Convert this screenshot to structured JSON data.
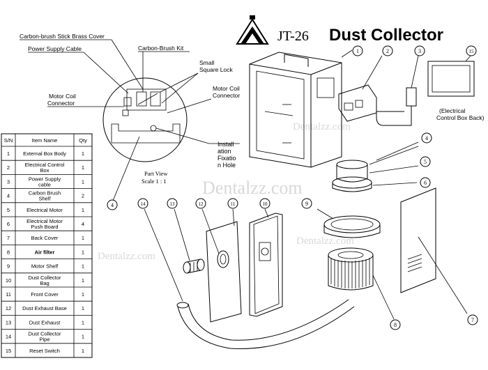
{
  "title": {
    "model": "JT-26",
    "product": "Dust Collector"
  },
  "table": {
    "headers": [
      "S/N",
      "Item Name",
      "Qty"
    ],
    "rows": [
      {
        "sn": "1",
        "name": "External Box Body",
        "qty": "1"
      },
      {
        "sn": "2",
        "name": "Electrical Control Box",
        "qty": "1"
      },
      {
        "sn": "3",
        "name": "Power Supply cable",
        "qty": "1"
      },
      {
        "sn": "4",
        "name": "Carbon Brush Shelf",
        "qty": "2"
      },
      {
        "sn": "5",
        "name": "Electrical Motor",
        "qty": "1"
      },
      {
        "sn": "6",
        "name": "Electrical Motor Push Board",
        "qty": "4"
      },
      {
        "sn": "7",
        "name": "Back Cover",
        "qty": "1"
      },
      {
        "sn": "8",
        "name": "Air filter",
        "qty": "1"
      },
      {
        "sn": "9",
        "name": "Motor Shelf",
        "qty": "1"
      },
      {
        "sn": "10",
        "name": "Dust Collector Bag",
        "qty": "1"
      },
      {
        "sn": "11",
        "name": "Front Cover",
        "qty": "1"
      },
      {
        "sn": "12",
        "name": "Dust Exhaust Base",
        "qty": "1"
      },
      {
        "sn": "13",
        "name": "Dust Exhaust",
        "qty": "1"
      },
      {
        "sn": "14",
        "name": "Dust Collector Pipe",
        "qty": "1"
      },
      {
        "sn": "15",
        "name": "Reset Switch",
        "qty": "1"
      }
    ]
  },
  "labels": {
    "carbon_brush_cover": "Carbon-brush Stick Brass Cover",
    "power_cable": "Power Supply Cable",
    "carbon_brush_kit": "Carbon-Brush Kit",
    "small_lock_1": "Small",
    "small_lock_2": "Square Lock",
    "motor_coil_left_1": "Motor Coil",
    "motor_coil_left_2": "Connector",
    "motor_coil_right_1": "Motor Coil",
    "motor_coil_right_2": "Connector",
    "install_1": "Install",
    "install_2": "ation",
    "install_3": "Fixatio",
    "install_4": "n Hole",
    "part_view_1": "Part View",
    "part_view_2": "Scale 1 : 1",
    "ecb_back_1": "(Electrical",
    "ecb_back_2": "Control Box Back)"
  },
  "callouts": [
    "1",
    "2",
    "3",
    "4",
    "5",
    "6",
    "7",
    "8",
    "9",
    "10",
    "11",
    "12",
    "13",
    "14",
    "15",
    "4"
  ],
  "watermark": "Dentalzz.com",
  "icons": {
    "logo": "jt-logo-icon"
  }
}
